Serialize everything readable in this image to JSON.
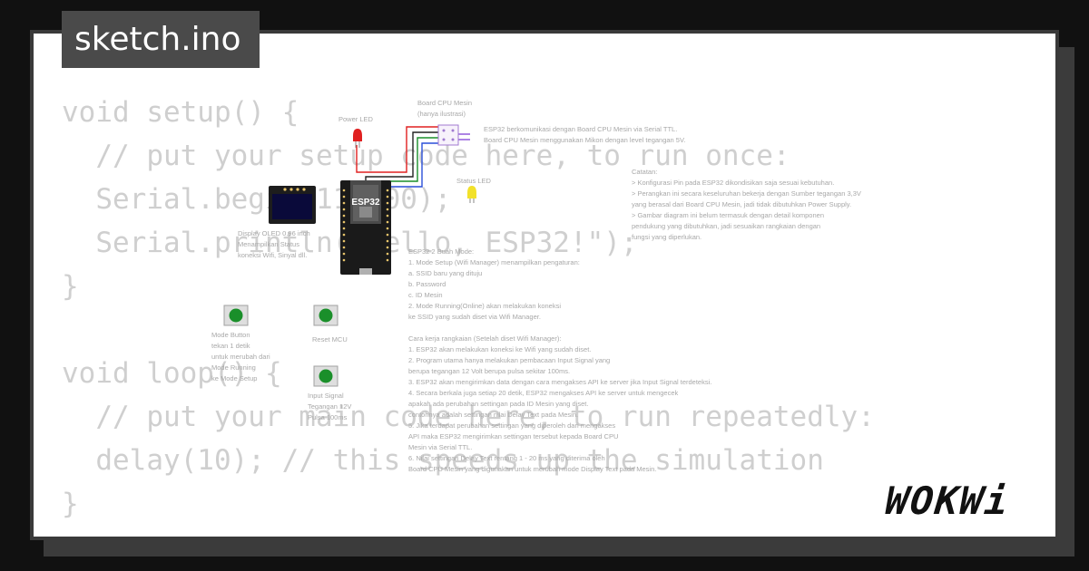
{
  "tab_title": "sketch.ino",
  "code_lines": [
    "void setup() {",
    "  // put your setup code here, to run once:",
    "  Serial.begin(115200);",
    "  Serial.println(\"Hello, ESP32!\");",
    "}",
    "",
    "void loop() {",
    "  // put your main code here, to run repeatedly:",
    "  delay(10); // this speeds up the simulation",
    "}"
  ],
  "diagram": {
    "board_label": "ESP32",
    "labels": {
      "board_cpu": "Board CPU Mesin\n(hanya ilustrasi)",
      "power_led": "Power LED",
      "status_led": "Status LED",
      "esp_comm": "ESP32 berkomunikasi dengan Board CPU Mesin via Serial TTL.\nBoard CPU Mesin menggunakan Mikon dengan level tegangan 5V.",
      "catatan": "Catatan:\n> Konfigurasi Pin pada ESP32 dikondisikan saja sesuai kebutuhan.\n> Perangkan ini secara keseluruhan bekerja dengan Sumber tegangan 3,3V\nyang berasal dari Board CPU Mesin, jadi tidak dibutuhkan Power Supply.\n> Gambar diagram ini belum termasuk dengan detail komponen\npendukung yang dibutuhkan, jadi sesuaikan rangkaian dengan\nfungsi yang diperlukan.",
      "oled": "Display OLED 0.96 inch\nMenampilkan Status\nkoneksi Wifi, Sinyal dll.",
      "mode_info": "ESP32 2 Buah Mode:\n1. Mode Setup (Wifi Manager) menampilkan pengaturan:\na. SSID baru yang dituju\nb. Password\nc. ID Mesin\n2. Mode Running(Online) akan melakukan koneksi\nke SSID yang sudah diset via Wifi Manager.\n\nCara kerja rangkaian (Setelah diset Wifi Manager):\n1. ESP32 akan melakukan koneksi ke Wifi yang sudah diset.\n2. Program utama hanya melakukan pembacaan Input Signal yang\nberupa tegangan 12 Volt berupa pulsa sekitar 100ms.\n3. ESP32 akan mengirimkan data dengan cara mengakses API ke server jika Input Signal terdeteksi.\n4. Secara berkala juga setiap 20 detik, ESP32 mengakses API ke server untuk mengecek\napakah ada perubahan settingan pada ID Mesin yang diset.\ncontohnya adalah settingan nilai Delay Text pada Mesin.\n5. Jika terdapat perubahan settingan yang diperoleh dari mengakses\nAPI maka ESP32 mengirimkan settingan tersebut kepada Board CPU\nMesin via Serial TTL.\n6. Nilai settingan Delay Text rentang 1 - 20 ms yang diterima oleh\nBoard CPU Mesin yang digunakan untuk merubah mode Display Text pada Mesin.",
      "mode_button": "Mode Button\ntekan 1 detik\nuntuk merubah dari\nMode Running\nke Mode Setup",
      "reset_mcu": "Reset MCU",
      "input_signal": "Input Signal\nTegangan 12V\nPulsa 100ms"
    }
  },
  "logo_text": "WOKWi",
  "colors": {
    "background": "#111111",
    "card": "#ffffff",
    "frame": "#3a3a3a",
    "code": "#cfcfcf",
    "button_green": "#1a8f2a",
    "led_red": "#e02020",
    "led_yellow": "#f2e12a"
  }
}
